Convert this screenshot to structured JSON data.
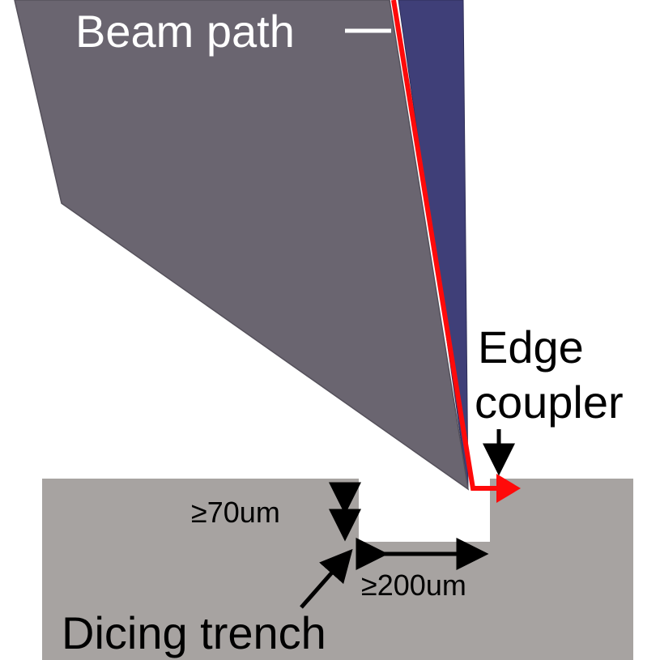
{
  "labels": {
    "beam_path": "Beam path",
    "edge_coupler_line1": "Edge",
    "edge_coupler_line2": "coupler",
    "trench_depth": "≥70um",
    "trench_width": "≥200um",
    "dicing_trench": "Dicing trench"
  },
  "colors": {
    "substrate": "#a7a3a1",
    "fiber_block_face": "#6a6570",
    "fiber_block_side": "#3f3f78",
    "beam": "#ff0a0a",
    "pointer_white": "#ffffff",
    "arrow_black": "#000000",
    "text_white": "#ffffff",
    "text_black": "#000000"
  }
}
